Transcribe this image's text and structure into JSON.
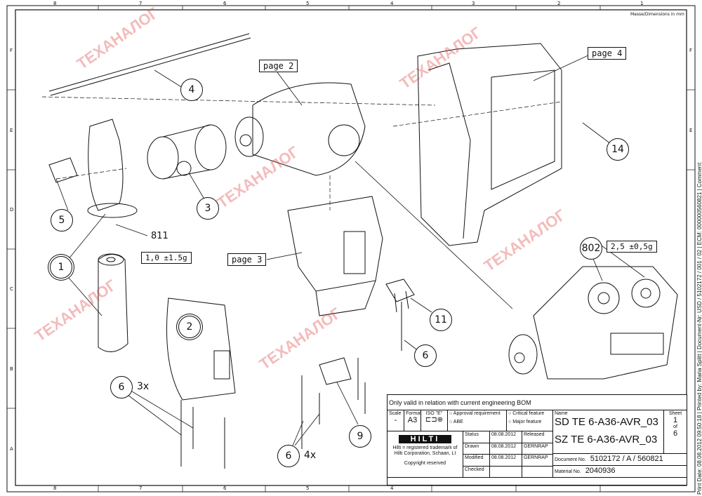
{
  "header": {
    "dimensions_note": "Masse/Dimensions in mm"
  },
  "zones": {
    "columns": [
      "8",
      "7",
      "6",
      "5",
      "4",
      "3",
      "2",
      "1"
    ],
    "rows": [
      "F",
      "E",
      "D",
      "C",
      "B",
      "A"
    ]
  },
  "callouts": {
    "page2": "page 2",
    "page3": "page 3",
    "page4": "page 4",
    "item4": "4",
    "item14": "14",
    "item5": "5",
    "item1": "1",
    "item3": "3",
    "item811": "811",
    "weight811": "1,0 ±1.5g",
    "item2": "2",
    "item6a": "6",
    "item6a_qty": "3x",
    "item11": "11",
    "item6b": "6",
    "item9": "9",
    "item6c": "6",
    "item6c_qty": "4x",
    "item802": "802",
    "weight802": "2,5 ±0,5g"
  },
  "watermark": "ТЕХАНАЛОГ",
  "title_block": {
    "validity": "Only valid in relation with current engineering BOM",
    "scale_label": "Scale",
    "scale_value": "-",
    "format_label": "Format",
    "format_value": "A3",
    "iso_label": "ISO \"E\"",
    "approval": "Approval requirement",
    "abe": "ABE",
    "critical": "Critical feature",
    "major": "Major feature",
    "name_label": "Name",
    "name1": "SD TE 6-A36-AVR_03",
    "name2": "SZ TE 6-A36-AVR_03",
    "sheet_label": "Sheet",
    "sheet_no": "1",
    "sheet_of": "of",
    "sheet_total": "6",
    "logo": "HILTI",
    "trademark": "Hilti = registered trademark of Hilti Corporation, Schaan, LI",
    "copyright": "Copyright reserved",
    "rows": [
      {
        "label": "Status",
        "date": "08.08.2012",
        "value": "Released"
      },
      {
        "label": "Drawn",
        "date": "08.08.2012",
        "value": "GERNRAP"
      },
      {
        "label": "Modified",
        "date": "08.08.2012",
        "value": "GERNRAP"
      },
      {
        "label": "Checked",
        "date": "",
        "value": ""
      }
    ],
    "document_label": "Document No.",
    "document_value": "5102172 / A / 560821",
    "material_label": "Material No.",
    "material_value": "2040936"
  },
  "side_text": "Print Date: 08.08.2012 09:50:18 | Printed by: Maria Splitt | Document-Nr: USD / 5102172 / 001 / 02 | ECM: 000000560821 | Comment:"
}
